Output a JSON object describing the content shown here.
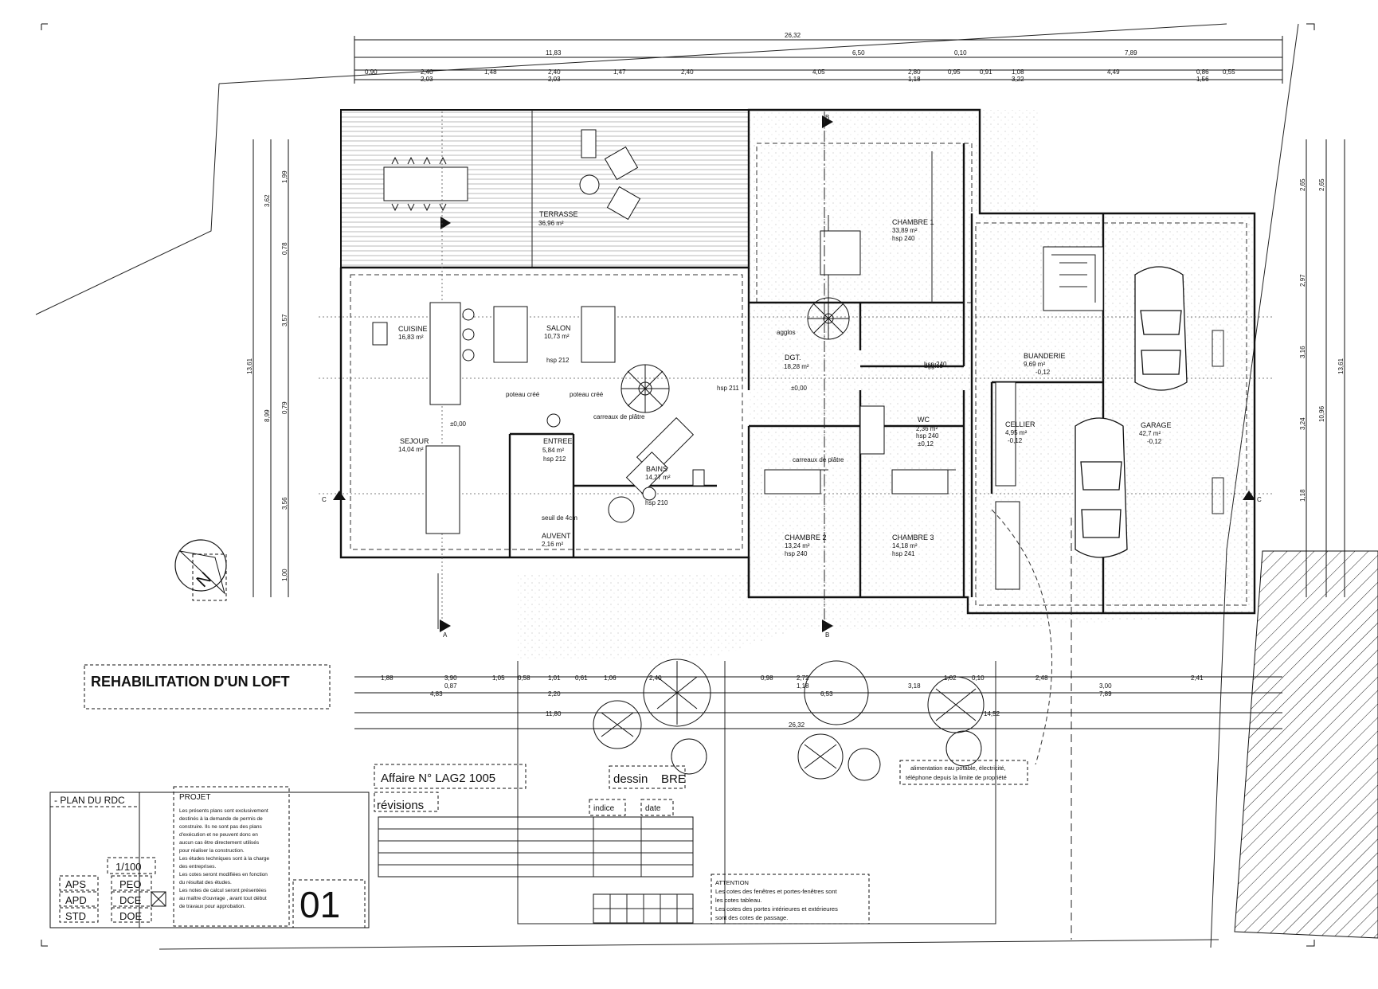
{
  "title_block": {
    "project_title": "REHABILITATION D'UN LOFT",
    "plan_label": "- PLAN DU RDC",
    "scale": "1/100",
    "sheet_number": "01",
    "phases": [
      {
        "left": "APS",
        "right": "PEO"
      },
      {
        "left": "APD",
        "right": "DCE"
      },
      {
        "left": "STD",
        "right": "DOE"
      }
    ],
    "affaire": "Affaire N° LAG2 1005",
    "dessin_label": "dessin",
    "dessin_value": "BRE",
    "revisions_label": "révisions",
    "indice_label": "indice",
    "date_label": "date"
  },
  "notes": {
    "projet_title": "PROJET",
    "projet_lines": [
      "Les présents plans sont exclusivement",
      "destinés à la demande de permis de",
      "construire. Ils ne sont pas des plans",
      "d'exécution et ne peuvent donc en",
      "aucun cas être directement utilisés",
      "pour réaliser la construction.",
      "Les études techniques sont à la charge",
      "des entreprises.",
      "Les cotes seront modifiées en fonction",
      "du résultat des études.",
      "Les notes de calcul seront présentées",
      "au maître d'ouvrage , avant tout début",
      "de travaux pour approbation."
    ],
    "attention_title": "ATTENTION",
    "attention_lines": [
      "Les cotes des fenêtres et portes-fenêtres sont",
      "les cotes tableau.",
      "Les cotes des portes intérieures et extérieures",
      "sont des cotes de passage."
    ],
    "alimentation_lines": [
      "alimentation eau potable, électricité,",
      "téléphone depuis la limite de propriété"
    ]
  },
  "rooms": [
    {
      "id": "terrasse",
      "name": "TERRASSE",
      "area": "36,96 m²",
      "hsp": ""
    },
    {
      "id": "cuisine",
      "name": "CUISINE",
      "area": "16,83 m²",
      "hsp": ""
    },
    {
      "id": "salon",
      "name": "SALON",
      "area": "10,73 m²",
      "hsp": "hsp 212"
    },
    {
      "id": "sejour",
      "name": "SEJOUR",
      "area": "14,04 m²",
      "hsp": ""
    },
    {
      "id": "entree",
      "name": "ENTREE",
      "area": "5,84 m²",
      "hsp": "hsp 212"
    },
    {
      "id": "auvent",
      "name": "AUVENT",
      "area": "2,16 m²",
      "hsp": ""
    },
    {
      "id": "bains",
      "name": "BAINS",
      "area": "14,27 m²",
      "hsp": ""
    },
    {
      "id": "dgt",
      "name": "DGT.",
      "area": "18,28 m²",
      "hsp": ""
    },
    {
      "id": "chambre1",
      "name": "CHAMBRE 1",
      "area": "33,89 m²",
      "hsp": "hsp 240"
    },
    {
      "id": "chambre2",
      "name": "CHAMBRE 2",
      "area": "13,24 m²",
      "hsp": "hsp 240"
    },
    {
      "id": "chambre3",
      "name": "CHAMBRE 3",
      "area": "14,18 m²",
      "hsp": "hsp 241"
    },
    {
      "id": "wc",
      "name": "WC",
      "area": "2,36 m²",
      "hsp": "hsp 240"
    },
    {
      "id": "buanderie",
      "name": "BUANDERIE",
      "area": "9,69 m²",
      "hsp": ""
    },
    {
      "id": "cellier",
      "name": "CELLIER",
      "area": "4,95 m²",
      "hsp": ""
    },
    {
      "id": "garage",
      "name": "GARAGE",
      "area": "42,7 m²",
      "hsp": ""
    }
  ],
  "misc_labels": {
    "level_left": "±0,00",
    "level_right": "±0,00",
    "level_wc": "±0,12",
    "level_buanderie": "-0,12",
    "level_cellier": "-0,12",
    "level_garage": "-0,12",
    "hsp_211": "hsp 211",
    "hsp_210": "hsp 210",
    "hsp_240": "hsp 240",
    "poteau_cree_1": "poteau créé",
    "poteau_cree_2": "poteau créé",
    "carreaux_1": "carreaux de plâtre",
    "carreaux_2": "carreaux de plâtre",
    "seuil": "seuil de 4cm",
    "agglos_1": "agglos",
    "agglos_2": "agglos",
    "north": "N",
    "section_a": "A",
    "section_b": "B",
    "section_c": "C"
  },
  "dimensions": {
    "top_total": "26,32",
    "top_row2": [
      "11,83",
      "6,50",
      "0,10",
      "7,89"
    ],
    "top_row3": [
      "0,90",
      "2,40",
      "1,48",
      "2,40",
      "1,47",
      "2,40",
      "4,05",
      "2,80",
      "0,95",
      "0,91",
      "1,08",
      "4,49",
      "0,86",
      "0,55"
    ],
    "top_row4": [
      "2,03",
      "2,03",
      "1,18",
      "3,22",
      "1,56"
    ],
    "left_total": "13,61",
    "left_parts": [
      "3,62",
      "3,57",
      "8,99",
      "3,56",
      "1,00"
    ],
    "left_small": [
      "1,99",
      "0,78",
      "0,79"
    ],
    "right_total": "13,61",
    "right_parts": [
      "2,65",
      "2,97",
      "3,16",
      "3,24",
      "1,18"
    ],
    "right_small": [
      "2,65",
      "10,96"
    ],
    "bottom_row1": [
      "1,88",
      "3,90",
      "1,05",
      "0,58",
      "1,01",
      "0,61",
      "1,06",
      "2,40",
      "0,98",
      "2,72",
      "1,02",
      "0,10",
      "2,48",
      "2,41"
    ],
    "bottom_row2": [
      "4,83",
      "0,87",
      "1,18",
      "3,18",
      "3,00"
    ],
    "bottom_row3": [
      "2,20",
      "6,53",
      "7,89"
    ],
    "bottom_row4": [
      "11,80",
      "14,52"
    ],
    "bottom_total": "26,32"
  }
}
